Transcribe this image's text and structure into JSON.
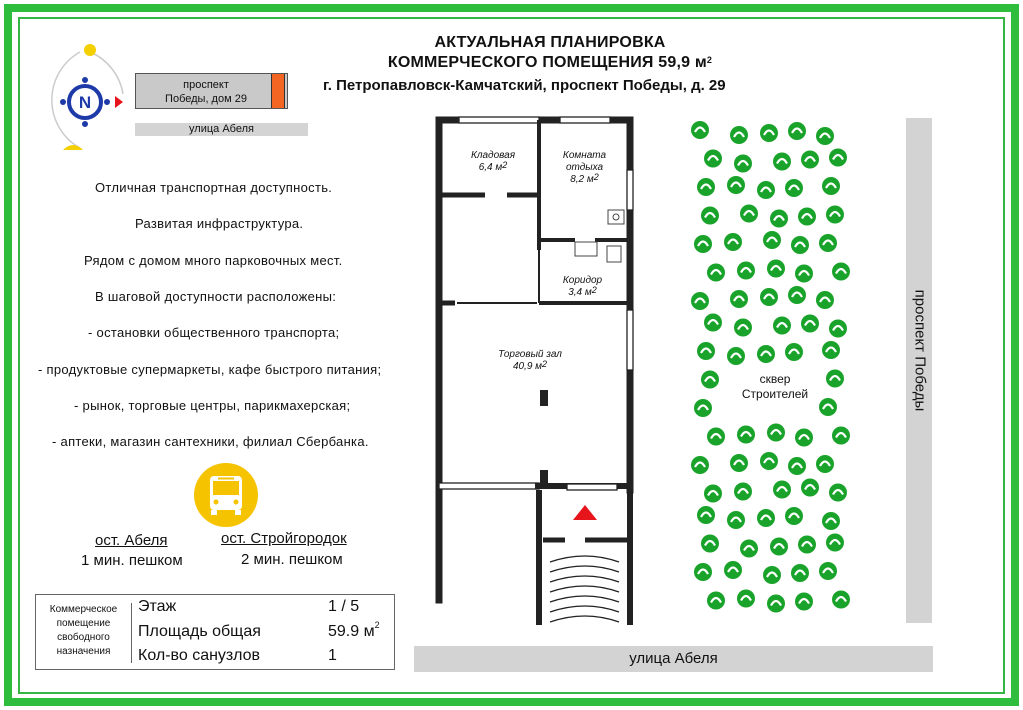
{
  "header": {
    "title_line1": "АКТУАЛЬНАЯ ПЛАНИРОВКА",
    "title_line2": "КОММЕРЧЕСКОГО ПОМЕЩЕНИЯ  59,9 м",
    "title_sup": "2",
    "address": "г. Петропавловск-Камчатский, проспект Победы, д. 29"
  },
  "locator": {
    "compass_letter": "N",
    "building_line1": "проспект",
    "building_line2": "Победы, дом 29",
    "street": "улица Абеля"
  },
  "features": [
    "Отличная транспортная доступность.",
    "Развитая инфраструктура.",
    "Рядом с домом много парковочных мест.",
    "В шаговой доступности расположены:",
    "- остановки общественного транспорта;",
    "- продуктовые супермаркеты, кафе быстрого питания;",
    "- рынок, торговые центры, парикмахерская;",
    "- аптеки, магазин сантехники, филиал Сбербанка."
  ],
  "stops": [
    {
      "name": "ост. Абеля",
      "time": "1 мин. пешком"
    },
    {
      "name": "ост. Стройгородок",
      "time": "2 мин. пешком"
    }
  ],
  "summary": {
    "label": [
      "Коммерческое",
      "помещение",
      "свободного",
      "назначения"
    ],
    "rows": [
      {
        "key": "Этаж",
        "value": "1 / 5"
      },
      {
        "key": "Площадь общая",
        "value": "59.9 м",
        "sup": "2"
      },
      {
        "key": "Кол-во санузлов",
        "value": "1"
      }
    ]
  },
  "rooms": [
    {
      "name": "Кладовая",
      "area": "6,4 м",
      "sup": "2"
    },
    {
      "name": "Комната отдыха",
      "name_line1": "Комната",
      "name_line2": "отдыха",
      "area": "8,2 м",
      "sup": "2"
    },
    {
      "name": "Коридор",
      "area": "3,4 м",
      "sup": "2"
    },
    {
      "name": "Торговый зал",
      "area": "40,9 м",
      "sup": "2"
    }
  ],
  "surroundings": {
    "park_line1": "сквер",
    "park_line2": "Строителей",
    "right_street": "проспект Победы",
    "bottom_street": "улица Абеля"
  },
  "colors": {
    "frame": "#2fbd3d",
    "tree": "#1aa32b",
    "bus_icon": "#f5c300",
    "entrance_marker": "#e8141b",
    "locator_marker": "#f26522"
  }
}
